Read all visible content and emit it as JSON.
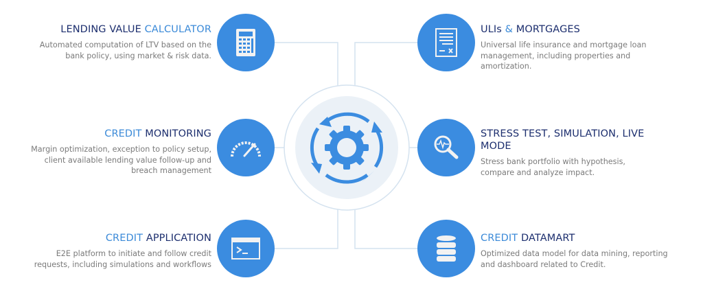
{
  "items": [
    {
      "title_a": "LENDING VALUE ",
      "title_b": "CALCULATOR",
      "desc": "Automated computation of LTV based on the bank policy, using market & risk data.",
      "icon": "calculator-icon"
    },
    {
      "title_a": "CREDIT ",
      "title_b": "MONITORING",
      "desc": "Margin optimization, exception to policy setup, client available lending value follow-up and breach management",
      "icon": "speedometer-icon"
    },
    {
      "title_a": "CREDIT ",
      "title_b": "APPLICATION",
      "desc": "E2E platform to initiate and follow credit requests, including simulations and workflows",
      "icon": "terminal-icon"
    },
    {
      "title_a": "ULIs ",
      "title_b": "& ",
      "title_c": "MORTGAGES",
      "desc": "Universal life insurance and mortgage loan management, including properties and amortization.",
      "icon": "document-icon"
    },
    {
      "title_a": "STRESS TEST, SIMULATION, LIVE MODE",
      "desc": "Stress bank portfolio with hypothesis, compare and analyze impact.",
      "icon": "magnifier-pulse-icon"
    },
    {
      "title_a": "CREDIT ",
      "title_b": "DATAMART",
      "desc": "Optimized data model for data mining, reporting and dashboard related to Credit.",
      "icon": "database-icon"
    }
  ],
  "colors": {
    "navy": "#1c2e6e",
    "accent": "#3b8ad8",
    "circle": "#3b8ce0"
  }
}
